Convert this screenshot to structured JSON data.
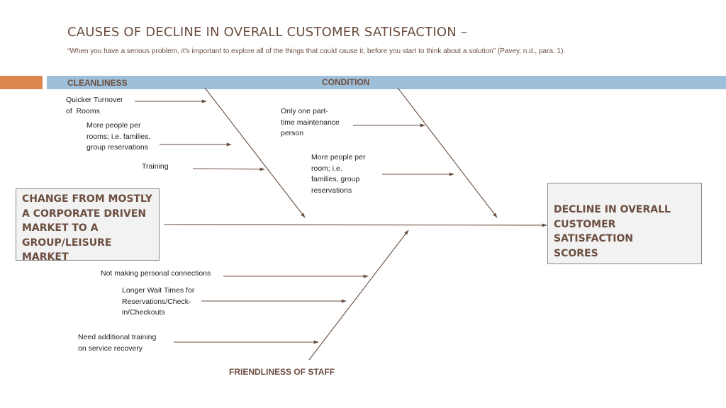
{
  "slide": {
    "title": "CAUSES OF DECLINE IN OVERALL CUSTOMER SATISFACTION –",
    "quote": "“When you have a serious problem, it’s important to explore all of the things that could cause it, before you start to think about a solution” (Pavey, n.d., para. 1)."
  },
  "colors": {
    "accent_orange": "#dc8650",
    "band_blue": "#9ebfd9",
    "text_brown": "#6b4e3f",
    "line": "#6b4e3f"
  },
  "diagram": {
    "cause_box": [
      "CHANGE FROM MOSTLY",
      "A CORPORATE DRIVEN",
      "MARKET TO A",
      "GROUP/LEISURE MARKET"
    ],
    "effect_box": [
      "DECLINE IN OVERALL",
      "CUSTOMER SATISFACTION",
      "SCORES"
    ],
    "categories": {
      "cleanliness": {
        "label": "CLEANLINESS",
        "causes": [
          [
            "Quicker Turnover",
            "of  Rooms"
          ],
          [
            "More people per",
            "rooms; i.e. families,",
            "group reservations"
          ],
          [
            "Training"
          ]
        ]
      },
      "condition": {
        "label": "CONDITION",
        "causes": [
          [
            "Only one part-",
            "time maintenance",
            "person"
          ],
          [
            "More people per",
            "room; i.e.",
            "families, group",
            "reservations"
          ]
        ]
      },
      "friendliness": {
        "label": "FRIENDLINESS OF STAFF",
        "causes": [
          [
            "Not making personal connections"
          ],
          [
            "Longer Wait Times for",
            "Reservations/Check-",
            "in/Checkouts"
          ],
          [
            "Need additional training",
            "on service recovery"
          ]
        ]
      }
    }
  }
}
